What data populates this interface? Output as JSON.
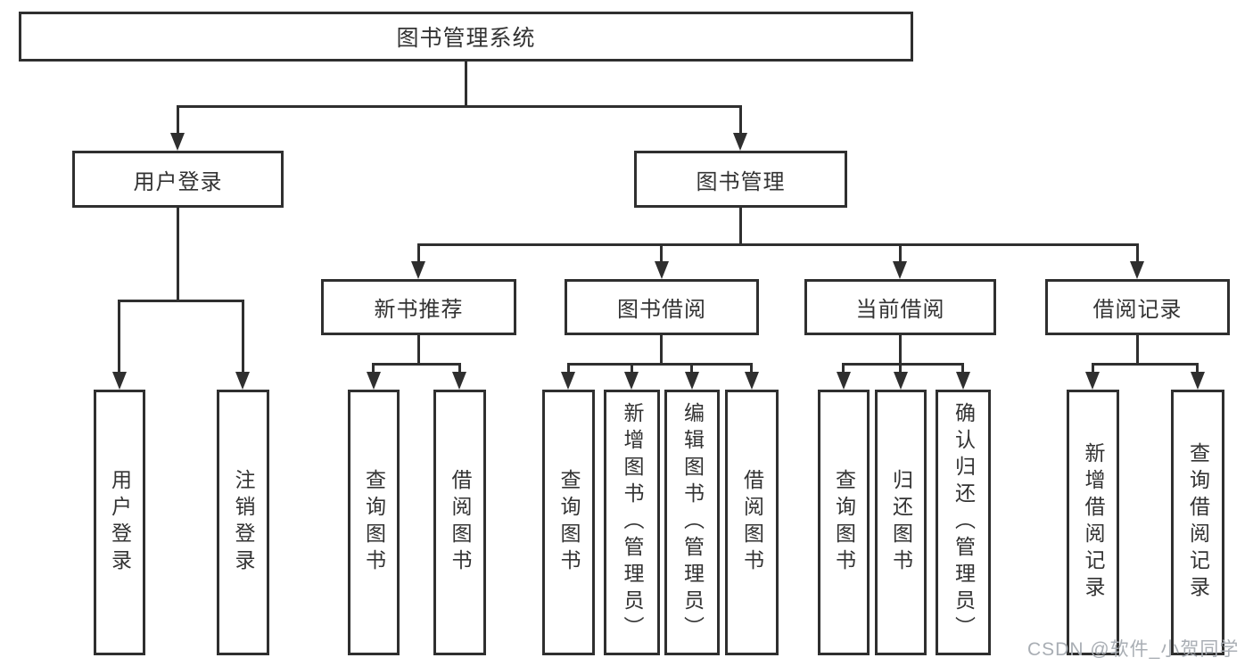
{
  "tree": {
    "root": {
      "label": "图书管理系统"
    },
    "branches": [
      {
        "label": "用户登录",
        "children": [
          "用户登录",
          "注销登录"
        ]
      },
      {
        "label": "图书管理",
        "children": [
          {
            "label": "新书推荐",
            "children": [
              "查询图书",
              "借阅图书"
            ]
          },
          {
            "label": "图书借阅",
            "children": [
              "查询图书",
              "新增图书（管理员）",
              "编辑图书（管理员）",
              "借阅图书"
            ]
          },
          {
            "label": "当前借阅",
            "children": [
              "查询图书",
              "归还图书",
              "确认归还（管理员）"
            ]
          },
          {
            "label": "借阅记录",
            "children": [
              "新增借阅记录",
              "查询借阅记录"
            ]
          }
        ]
      }
    ]
  },
  "watermark": "CSDN @软件_小贺同学",
  "colors": {
    "line": "#2f2f2f",
    "text": "#333333",
    "watermark": "#a9aeb4",
    "background": "#ffffff"
  }
}
